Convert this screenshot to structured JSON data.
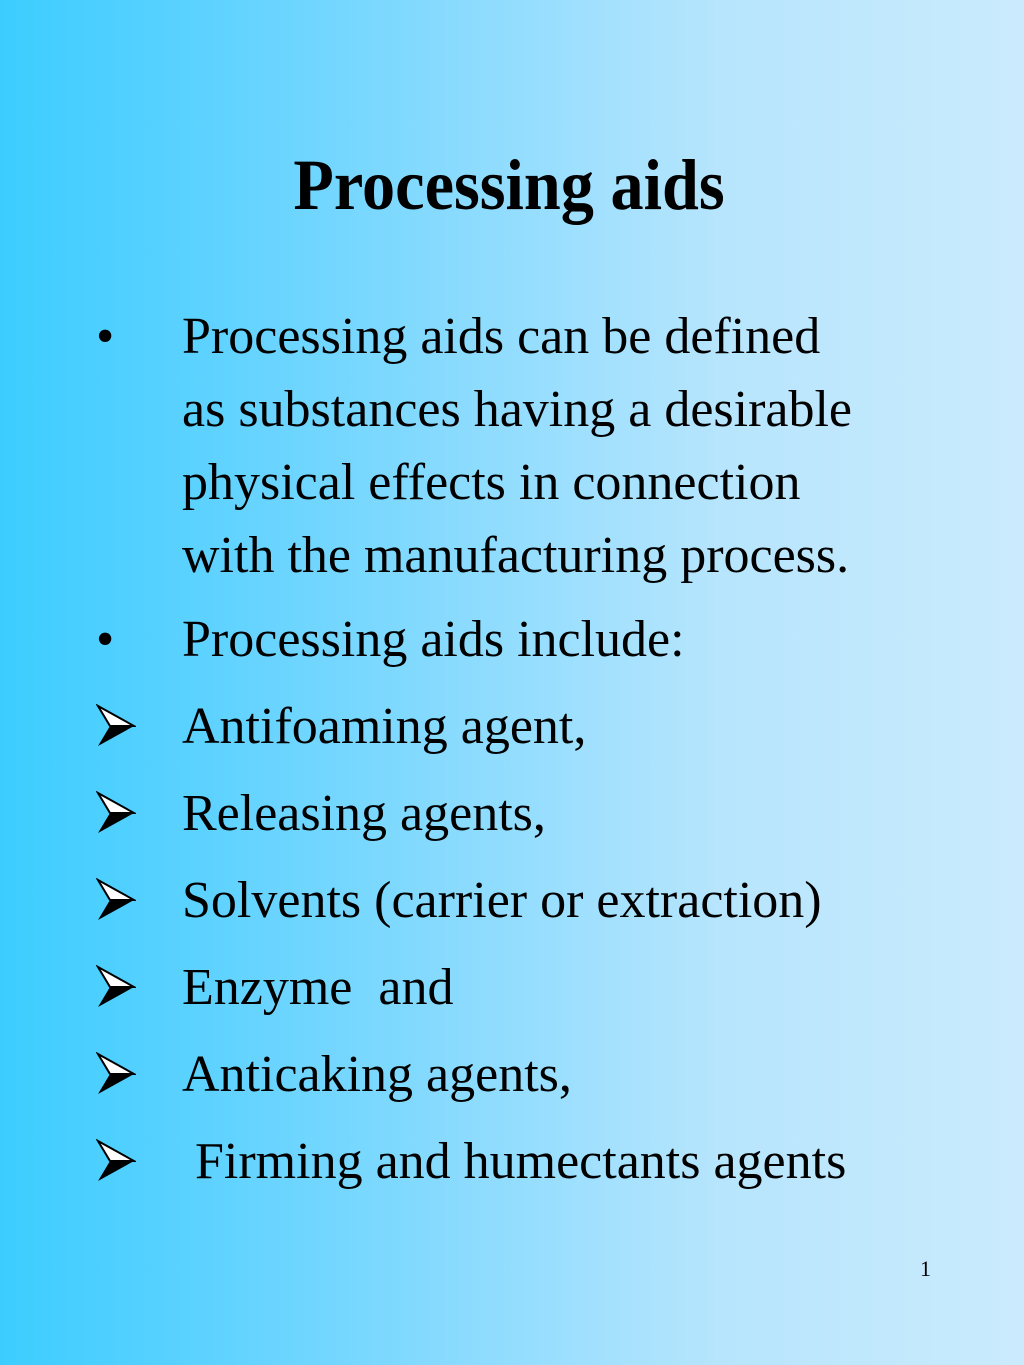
{
  "slide": {
    "title": "Processing aids",
    "bullets": [
      {
        "type": "dot",
        "marker": "•",
        "lines": [
          "Processing aids can be defined",
          "as substances having a desirable",
          "physical effects in connection",
          "with the manufacturing process."
        ]
      },
      {
        "type": "dot",
        "marker": "•",
        "lines": [
          "Processing aids include:"
        ]
      },
      {
        "type": "arrow",
        "marker": "arrow-bullet-icon",
        "lines": [
          "Antifoaming agent,"
        ]
      },
      {
        "type": "arrow",
        "marker": "arrow-bullet-icon",
        "lines": [
          "Releasing agents,"
        ]
      },
      {
        "type": "arrow",
        "marker": "arrow-bullet-icon",
        "lines": [
          "Solvents (carrier or extraction)"
        ]
      },
      {
        "type": "arrow",
        "marker": "arrow-bullet-icon",
        "lines": [
          "Enzyme  and"
        ]
      },
      {
        "type": "arrow",
        "marker": "arrow-bullet-icon",
        "lines": [
          "Anticaking agents,"
        ]
      },
      {
        "type": "arrow",
        "marker": "arrow-bullet-icon",
        "lines": [
          " Firming and humectants agents"
        ]
      }
    ],
    "page_number": "1",
    "colors": {
      "gradient_left": "#3ccdff",
      "gradient_right": "#cbebfd",
      "text": "#000000"
    }
  }
}
